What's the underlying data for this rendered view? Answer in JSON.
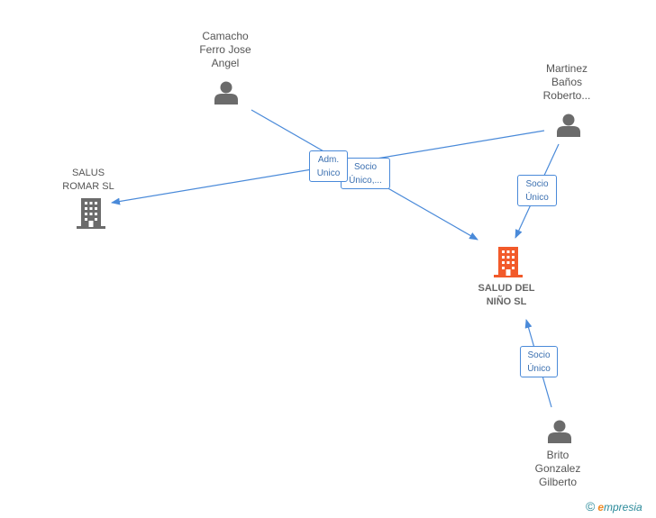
{
  "colors": {
    "edge": "#4a8ad9",
    "person_icon": "#6b6b6b",
    "company_icon": "#6b6b6b",
    "main_company_icon": "#f25a2a"
  },
  "nodes": {
    "camacho": {
      "label": "Camacho\nFerro Jose\nAngel",
      "icon": "person-icon"
    },
    "martinez": {
      "label": "Martinez\nBaños\nRoberto...",
      "icon": "person-icon"
    },
    "salus": {
      "label": "SALUS\nROMAR SL",
      "icon": "building-icon"
    },
    "salud": {
      "label": "SALUD DEL\nNIÑO SL",
      "icon": "building-icon"
    },
    "brito": {
      "label": "Brito\nGonzalez\nGilberto",
      "icon": "person-icon"
    }
  },
  "relations": {
    "adm_unico": "Adm.\nUnico",
    "socio_unico_trunc": "Socio\nÚnico,...",
    "socio_unico_martinez": "Socio\nÚnico",
    "socio_unico_brito": "Socio\nÚnico"
  },
  "footer": {
    "copyright": "©",
    "brand_e": "e",
    "brand_rest": "mpresia"
  }
}
